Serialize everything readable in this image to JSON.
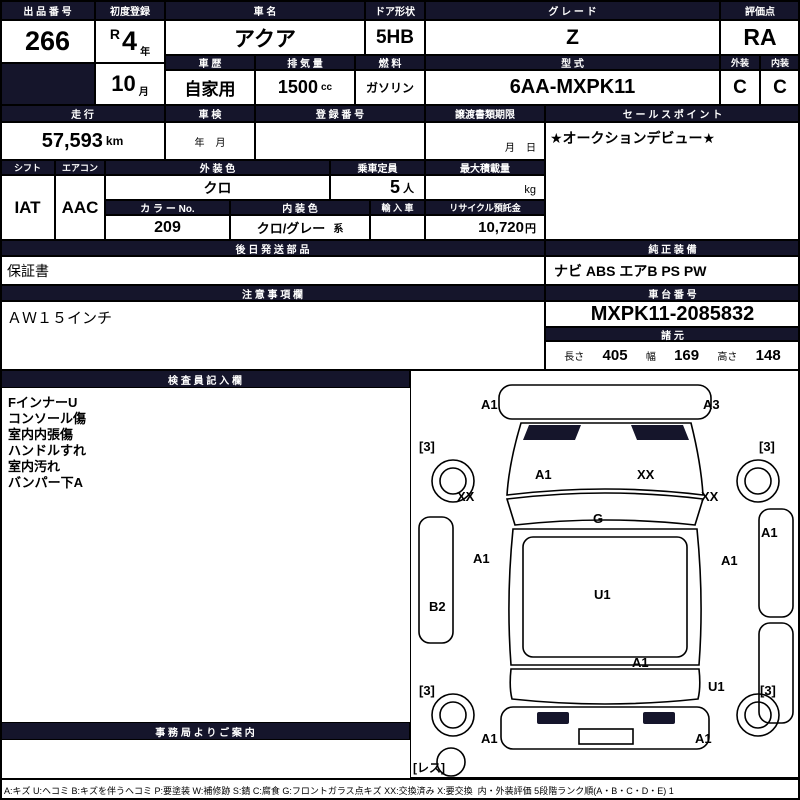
{
  "colors": {
    "header_bg": "#15152b",
    "paper": "#ffffff",
    "line": "#000000"
  },
  "top": {
    "exhibit_label": "出 品 番 号",
    "exhibit_no": "266",
    "first_reg_label": "初度登録",
    "era": "R",
    "reg_year": "4",
    "year_unit": "年",
    "reg_month": "10",
    "month_unit": "月",
    "car_name_label": "車 名",
    "car_name": "アクア",
    "door_label": "ドア形状",
    "door": "5HB",
    "grade_label": "グ レ ー ド",
    "grade": "Z",
    "score_label": "評価点",
    "score": "RA",
    "history_label": "車 歴",
    "history": "自家用",
    "disp_label": "排 気 量",
    "displacement": "1500",
    "disp_unit": "cc",
    "fuel_label": "燃 料",
    "fuel": "ガソリン",
    "model_label": "型 式",
    "model": "6AA-MXPK11",
    "ext_label": "外装",
    "int_label": "内装",
    "ext_score": "C",
    "int_score": "C"
  },
  "mid": {
    "mileage_label": "走 行",
    "mileage": "57,593",
    "mileage_unit": "km",
    "inspection_label": "車 検",
    "inspection_hint": "年    月",
    "reg_no_label": "登 録 番 号",
    "transfer_label": "譲渡書類期限",
    "transfer_hint": "月    日",
    "sales_label": "セ ー ル ス ポ イ ン ト",
    "sales_point": "★オークションデビュー★",
    "shift_label": "シフト",
    "shift": "IAT",
    "aircon_label": "エアコン",
    "aircon": "AAC",
    "ext_color_label": "外 装 色",
    "ext_color": "クロ",
    "capacity_label": "乗車定員",
    "capacity": "5",
    "capacity_unit": "人",
    "max_load_label": "最大積載量",
    "max_load_unit": "kg",
    "color_no_label": "カ ラ ー No.",
    "color_no": "209",
    "int_color_label": "内 装 色",
    "int_color": "クロ/グレー",
    "int_color_suffix": "系",
    "import_label": "輸 入 車",
    "recycle_label": "リサイクル預託金",
    "recycle": "10,720",
    "recycle_unit": "円"
  },
  "sections": {
    "later_parts_label": "後 日 発 送 部 品",
    "later_parts": "保証書",
    "equipment_label": "純 正 装 備",
    "equipment": "ナビ ABS エアB PS PW",
    "notes_label": "注 意 事 項 欄",
    "notes": "ＡＷ１５インチ",
    "chassis_label": "車 台 番 号",
    "chassis_no": "MXPK11-2085832",
    "specs_label": "諸 元",
    "length_label": "長さ",
    "length": "405",
    "width_label": "幅",
    "width": "169",
    "height_label": "高さ",
    "height": "148",
    "inspector_label": "検 査 員 記 入 欄",
    "office_label": "事 務 局 よ り ご 案 内"
  },
  "inspector_lines": [
    "FインナーU",
    "コンソール傷",
    "室内内張傷",
    "ハンドルすれ",
    "室内汚れ",
    "バンパー下A"
  ],
  "diagram_marks": [
    "A1",
    "A3",
    "[3]",
    "[3]",
    "A1",
    "XX",
    "XX",
    "XX",
    "G",
    "A1",
    "A1",
    "A1",
    "U1",
    "B2",
    "A1",
    "U1",
    "[3]",
    "[3]",
    "A1",
    "A1",
    "[レス]"
  ],
  "legend": "A:キズ U:ヘコミ B:キズを伴うヘコミ P:要塗装 W:補修跡 S:錆 C:腐食 G:フロントガラス点キズ XX:交換済み X:要交換  内・外装評価 5段階ランク順(A・B・C・D・E) 1"
}
